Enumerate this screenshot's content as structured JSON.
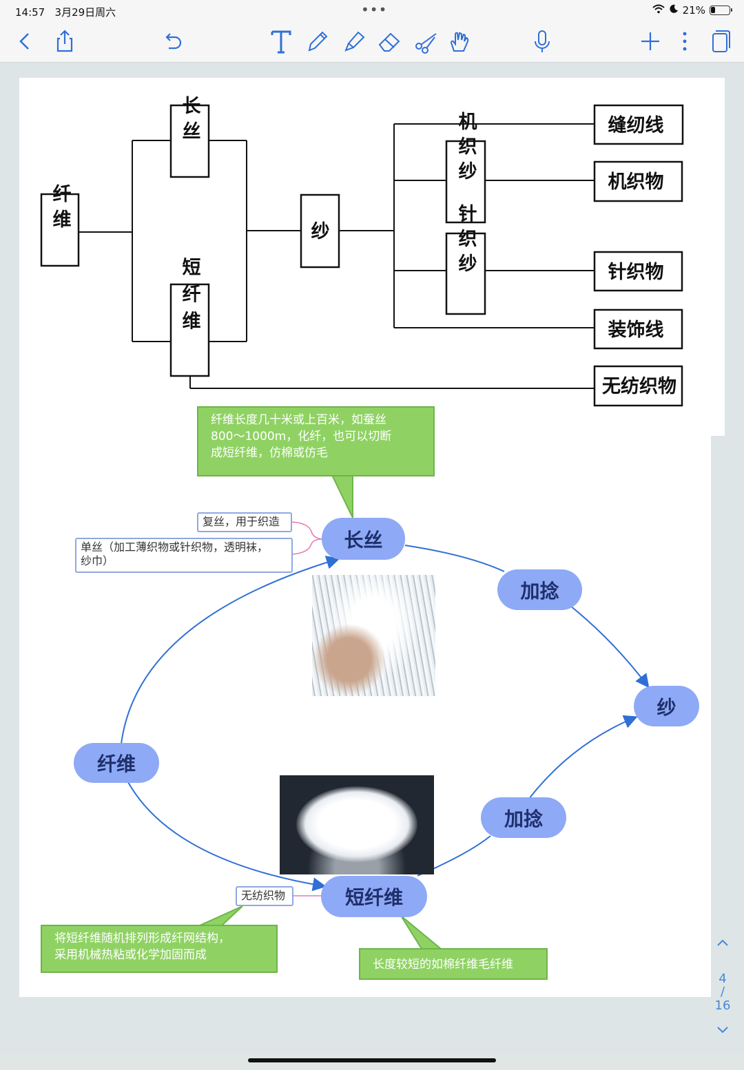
{
  "status_bar": {
    "time": "14:57",
    "date": "3月29日周六",
    "battery": "21%",
    "battery_level": 0.21
  },
  "toolbar": {
    "buttons": [
      "back-icon",
      "share-icon",
      "undo-icon",
      "text-tool-icon",
      "pen-tool-icon",
      "highlighter-tool-icon",
      "eraser-tool-icon",
      "scissors-tool-icon",
      "hand-tool-icon",
      "microphone-icon",
      "add-icon",
      "more-icon",
      "pages-icon"
    ],
    "accent_color": "#2f6fd6"
  },
  "diagram": {
    "fiber": "纤维",
    "filament": "长丝",
    "staple": "短纤维",
    "yarn": "纱",
    "woven_yarn": "机织纱",
    "knit_yarn": "针织纱",
    "sewing_thread": "缝纫线",
    "woven_fabric": "机织物",
    "knit_fabric": "针织物",
    "decor_thread": "装饰线",
    "nonwoven": "无纺织物"
  },
  "mindmap": {
    "center_filament": "长丝",
    "twist_1": "加捻",
    "yarn": "纱",
    "fiber": "纤维",
    "twist_2": "加捻",
    "staple": "短纤维",
    "note_filament": [
      "纤维长度几十米或上百米，如蚕丝",
      "800～1000m，化纤，也可以切断",
      "成短纤维，仿棉或仿毛"
    ],
    "tag_multifilament": "复丝，用于织造",
    "tag_monofilament": [
      "单丝（加工薄织物或针织物，透明袜，",
      "纱巾）"
    ],
    "tag_nonwoven": "无纺织物",
    "note_nonwoven": [
      "将短纤维随机排列形成纤网结构，",
      "采用机械热粘或化学加固而成"
    ],
    "note_staple": "长度较短的如棉纤维毛纤维",
    "node_color": "#8ea9f5",
    "note_color": "#8fd263"
  },
  "pager": {
    "current": "4",
    "separator": "/",
    "total": "16"
  }
}
